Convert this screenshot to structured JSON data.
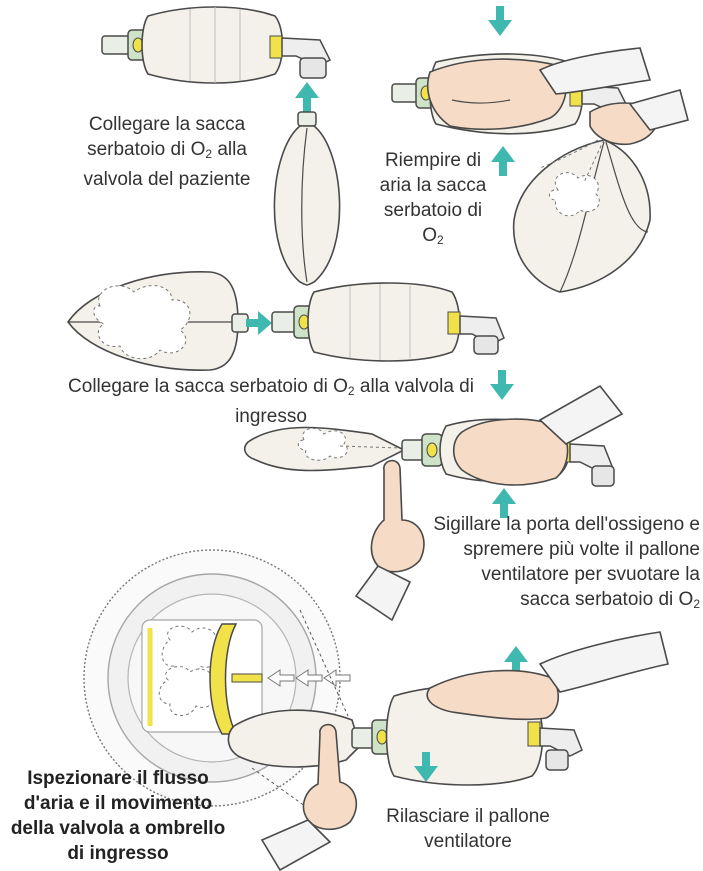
{
  "colors": {
    "arrow": "#3fb8b0",
    "bag_fill": "#f3f1ea",
    "bag_stroke": "#4a4a4a",
    "valve_green": "#cfe3c8",
    "valve_yellow": "#f2e24a",
    "skin": "#f6dcc6",
    "sleeve": "#f4f4f4",
    "dashed": "#777777"
  },
  "icons": [
    "arrow-up-icon",
    "arrow-down-icon",
    "arrow-right-icon",
    "hollow-arrow-left-icon"
  ],
  "captions": {
    "step1": {
      "pre": "Collegare la sacca serbatoio di O",
      "sub": "2",
      "post": " alla valvola del paziente"
    },
    "step2": {
      "pre": "Riempire di aria la sacca serbatoio di O",
      "sub": "2",
      "post": ""
    },
    "step3": {
      "pre": "Collegare la sacca serbatoio di O",
      "sub": "2",
      "post": " alla valvola di ingresso"
    },
    "step4": {
      "pre": "Sigillare la porta dell'ossigeno e spremere più volte il pallone ventilatore per svuotare la sacca serbatoio di O",
      "sub": "2",
      "post": ""
    },
    "step5": {
      "text": "Rilasciare il pallone ventilatore"
    },
    "step6": {
      "text": "Ispezionare il flusso d'aria e il movimento della valvola a ombrello di ingresso"
    }
  }
}
